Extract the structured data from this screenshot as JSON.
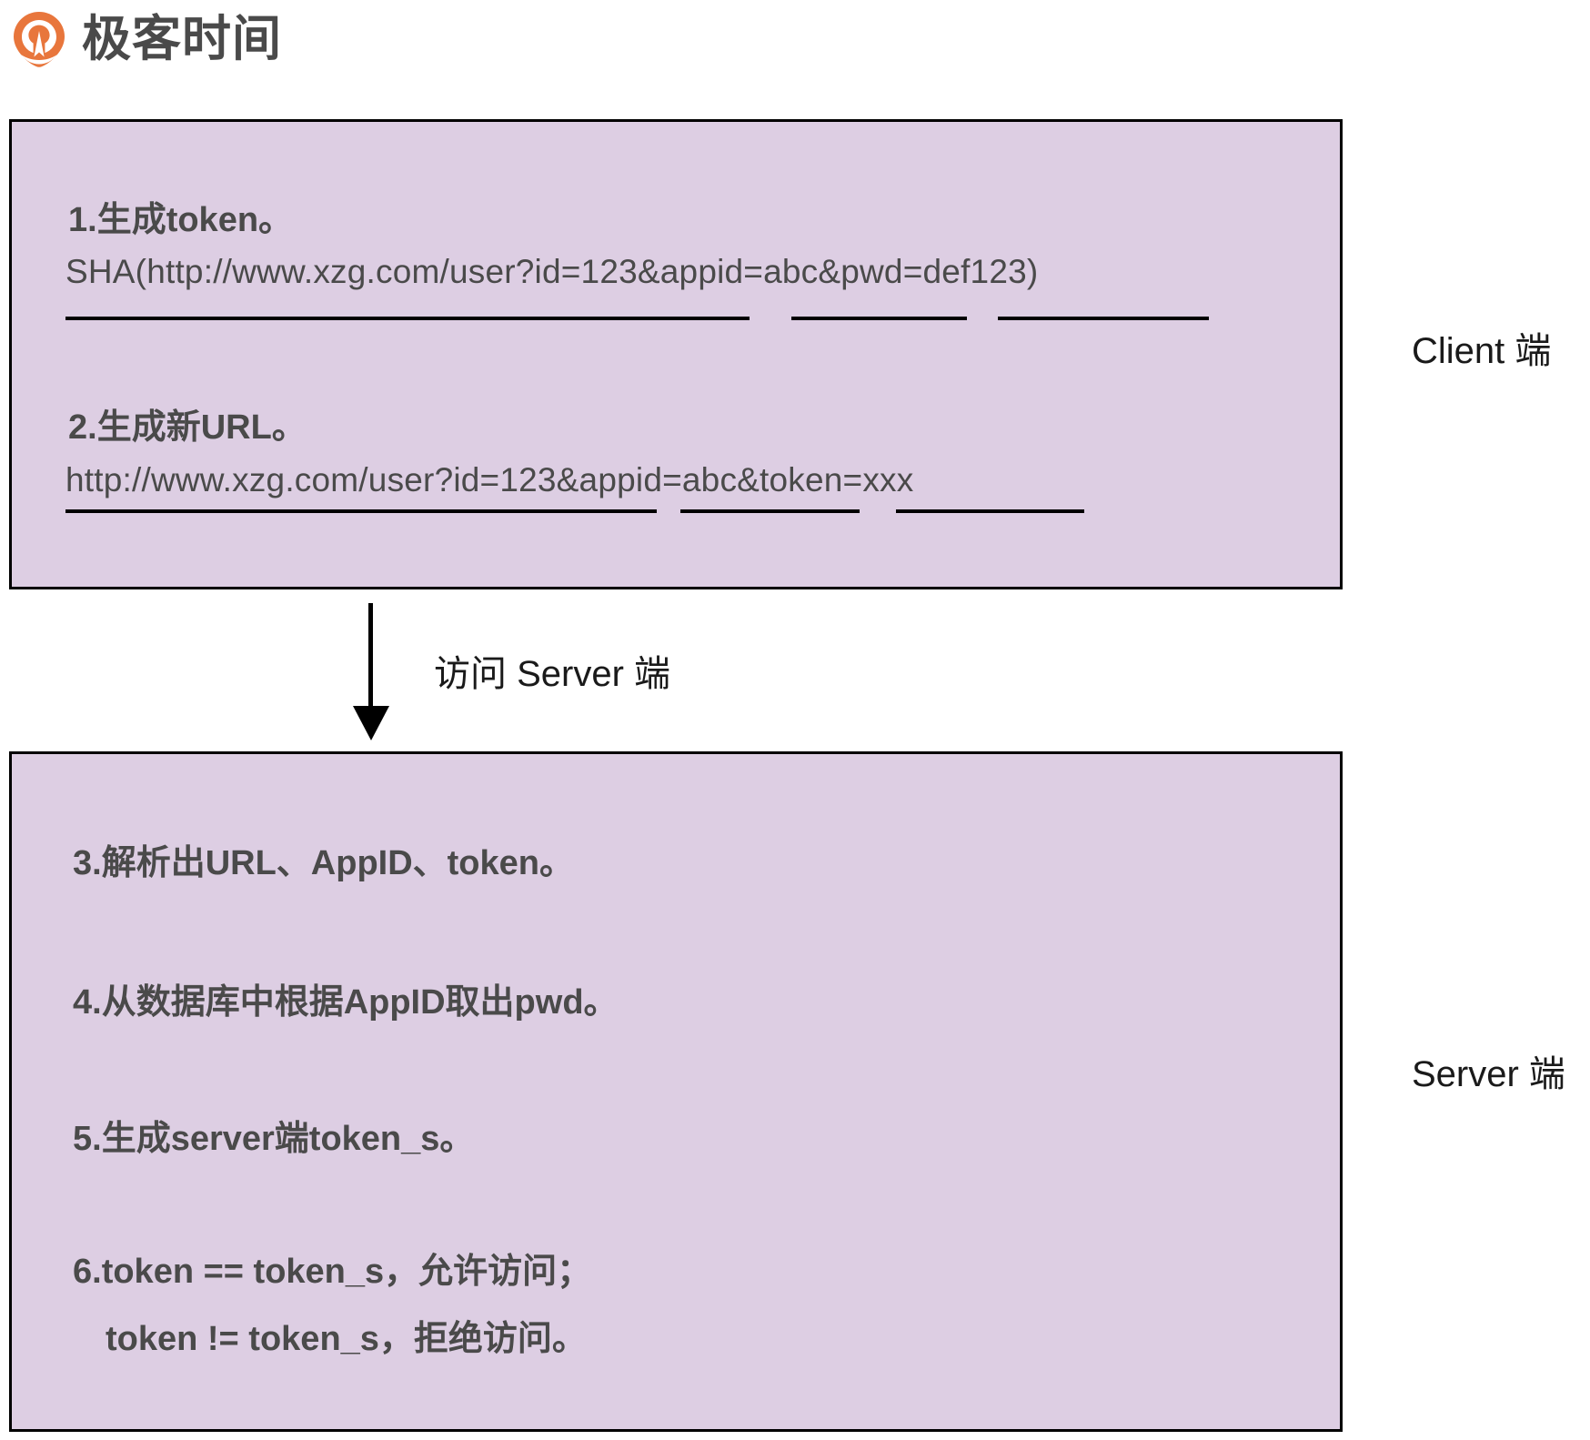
{
  "brand": {
    "logo_text": "极客时间",
    "logo_icon": "geektime-pin-logo-icon",
    "accent_color": "#e8763c"
  },
  "colors": {
    "box_fill": "#ddcee3",
    "box_border": "#000000",
    "body_text": "#4a4a4a",
    "label_text": "#1a1a1a"
  },
  "client_box": {
    "side_label": "Client 端",
    "steps": [
      {
        "title": "1.生成token。",
        "code": "SHA(http://www.xzg.com/user?id=123&appid=abc&pwd=def123)",
        "underline_segments": [
          "http://www.xzg.com/user?id=123",
          "&appid=abc",
          "&pwd=def123"
        ]
      },
      {
        "title": "2.生成新URL。",
        "code": "http://www.xzg.com/user?id=123&appid=abc&token=xxx",
        "underline_segments": [
          "http://www.xzg.com/user?id=123",
          "&appid=abc",
          "&token=xxx"
        ]
      }
    ]
  },
  "arrow": {
    "label": "访问 Server 端",
    "direction": "down",
    "icon": "down-arrow-icon"
  },
  "server_box": {
    "side_label": "Server 端",
    "steps": [
      "3.解析出URL、AppID、token。",
      "4.从数据库中根据AppID取出pwd。",
      "5.生成server端token_s。",
      "6.token == token_s，允许访问；",
      "token != token_s，拒绝访问。"
    ]
  }
}
